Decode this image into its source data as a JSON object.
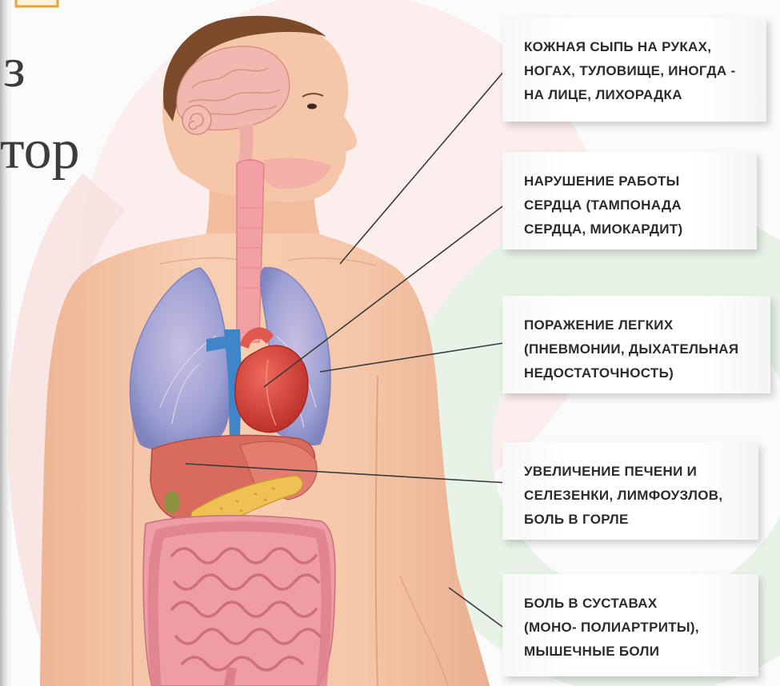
{
  "slide_fragments": {
    "line1": "з",
    "line2": "тор"
  },
  "callouts": [
    {
      "lines": [
        "КОЖНАЯ СЫПЬ НА РУКАХ,",
        "НОГАХ, ТУЛОВИЩЕ, ИНОГДА -",
        "НА ЛИЦЕ, ЛИХОРАДКА"
      ]
    },
    {
      "lines": [
        "НАРУШЕНИЕ РАБОТЫ",
        "СЕРДЦА (ТАМПОНАДА",
        "СЕРДЦА, МИОКАРДИТ)"
      ]
    },
    {
      "lines": [
        "ПОРАЖЕНИЕ ЛЕГКИХ",
        "(ПНЕВМОНИИ, ДЫХАТЕЛЬНАЯ",
        "НЕДОСТАТОЧНОСТЬ)"
      ]
    },
    {
      "lines": [
        "УВЕЛИЧЕНИЕ ПЕЧЕНИ И",
        "СЕЛЕЗЕНКИ, ЛИМФОУЗЛОВ,",
        "БОЛЬ В ГОРЛЕ"
      ]
    },
    {
      "lines": [
        "БОЛЬ В СУСТАВАХ",
        "(МОНО- ПОЛИАРТРИТЫ),",
        "МЫШЕЧНЫЕ БОЛИ"
      ]
    }
  ],
  "colors": {
    "callout_text": "#2c2c2c",
    "leader_line": "#3a3a3a",
    "fragment_text": "#3c3c3c",
    "accent_orange": "#e9a43b",
    "skin": "#f2c2a2",
    "lungs": "#9ea1d4",
    "heart": "#d9433b",
    "vessels": "#3f86c8",
    "pancreas": "#edc152",
    "intestines": "#ec9ea7"
  }
}
